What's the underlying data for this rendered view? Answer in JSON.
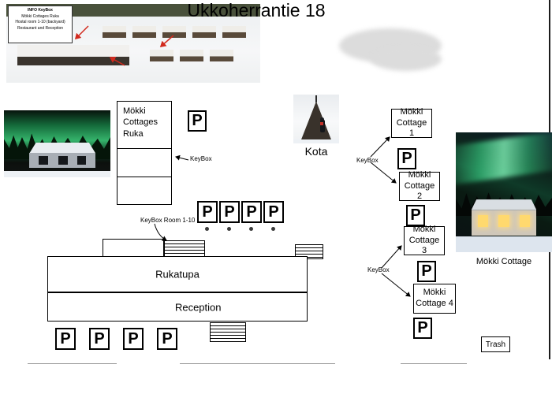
{
  "page": {
    "title": "Ukkoherrantie 18"
  },
  "parking": {
    "symbol": "P"
  },
  "info_box": {
    "title": "INFO KeyBox",
    "lines": [
      "Mökki Cottages Ruka",
      "Hostal room 1-10 (backyard)",
      "Restaurant and Reception"
    ]
  },
  "labels": {
    "cottages_ruka_line1": "Mökki",
    "cottages_ruka_line2": "Cottages",
    "cottages_ruka_line3": "Ruka",
    "keybox": "KeyBox",
    "keybox_room": "KeyBox Room 1-10",
    "kota": "Kota",
    "rukatupa": "Rukatupa",
    "reception": "Reception",
    "trash": "Trash",
    "mokki_cottage_photo_caption": "Mökki Cottage"
  },
  "cottages": [
    {
      "label": "Mökki Cottage 1"
    },
    {
      "label": "Mökki Cottage 2"
    },
    {
      "label": "Mökki Cottage 3"
    },
    {
      "label": "Mökki Cottage 4"
    }
  ],
  "colors": {
    "accent_red": "#d22a1e",
    "aurora_green": "#35b36b",
    "line": "#000000"
  }
}
